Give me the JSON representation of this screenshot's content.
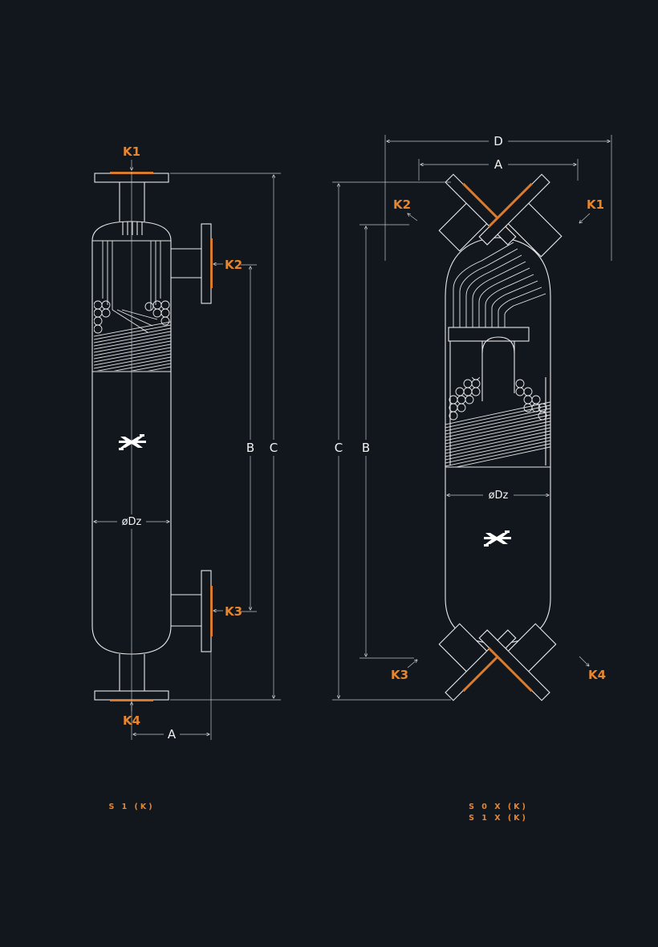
{
  "left": {
    "ports": [
      "K1",
      "K2",
      "K3",
      "K4"
    ],
    "dims": {
      "a": "A",
      "b": "B",
      "c": "C",
      "dz": "øDz"
    },
    "caption": [
      "S 1 (K)"
    ]
  },
  "right": {
    "ports": [
      "K1",
      "K2",
      "K3",
      "K4"
    ],
    "dims": {
      "a": "A",
      "b": "B",
      "c": "C",
      "d": "D",
      "dz": "øDz"
    },
    "caption": [
      "S 0 X (K)",
      "S 1 X (K)"
    ]
  },
  "colors": {
    "background": "#12171e",
    "line": "#e8e8e8",
    "accent": "#e8862e"
  },
  "icons": [
    "logo-icon"
  ]
}
